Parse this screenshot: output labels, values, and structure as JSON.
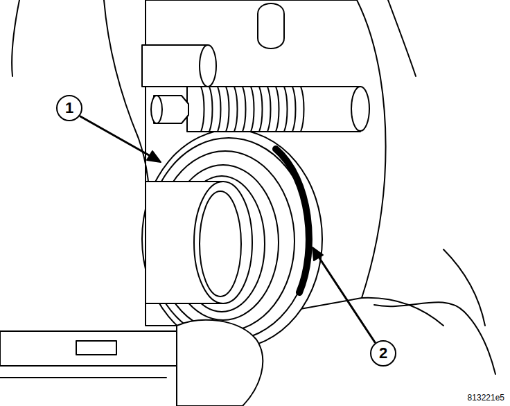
{
  "diagram": {
    "labels": [
      "1",
      "2",
      "813221e5"
    ]
  }
}
